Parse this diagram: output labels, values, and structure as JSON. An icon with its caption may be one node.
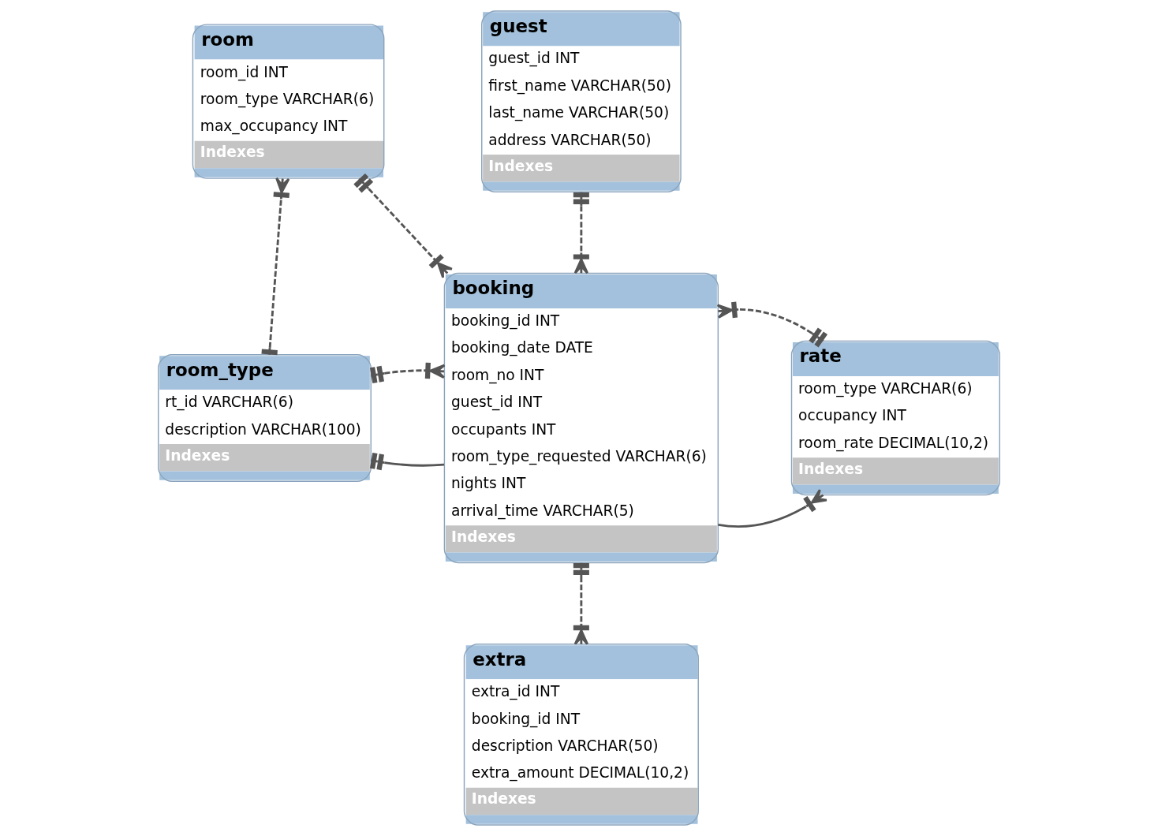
{
  "diagram": {
    "nodes": [
      {
        "text": [
          "room",
          "room_id INT",
          "room_type VARCHAR(6)",
          "max_occupancy INT",
          "Indexes"
        ]
      },
      {
        "text": [
          "guest",
          "guest_id INT",
          "first_name VARCHAR(50)",
          "last_name VARCHAR(50)",
          "address VARCHAR(50)",
          "Indexes"
        ]
      },
      {
        "text": [
          "rate",
          "room_type VARCHAR(6)",
          "occupancy INT",
          "room_rate DECIMAL(10,2)",
          "Indexes"
        ]
      },
      {
        "text": [
          "booking",
          "booking_id INT",
          "booking_date DATE",
          "room_no INT",
          "guest_id INT",
          "occupants INT",
          "room_type_requested VARCHAR(6)",
          "nights INT",
          "arrival_time VARCHAR(5)",
          "Indexes"
        ]
      },
      {
        "text": [
          "room_type",
          "rt_id VARCHAR(6)",
          "description VARCHAR(100)",
          "Indexes"
        ]
      },
      {
        "text": [
          "extra",
          "extra_id INT",
          "booking_id INT",
          "description VARCHAR(50)",
          "extra_amount DECIMAL(10,2)",
          "Indexes"
        ]
      }
    ],
    "edges": [
      {
        "from": 4,
        "to": 0,
        "arrow": "other",
        "style": "dashed"
      },
      {
        "from": 0,
        "to": 3,
        "arrow": "other",
        "style": "dashed"
      },
      {
        "from": 1,
        "to": 3,
        "arrow": "other",
        "style": "dashed"
      },
      {
        "from": 3,
        "to": 2,
        "arrow": "other"
      },
      {
        "from": 2,
        "to": 3,
        "arrow": "other",
        "style": "dashed"
      },
      {
        "from": 4,
        "to": 3,
        "arrow": "other"
      },
      {
        "from": 4,
        "to": 3,
        "arrow": "other",
        "style": "dashed"
      },
      {
        "from": 3,
        "to": 5,
        "arrow": "other",
        "style": "dashed"
      }
    ]
  }
}
